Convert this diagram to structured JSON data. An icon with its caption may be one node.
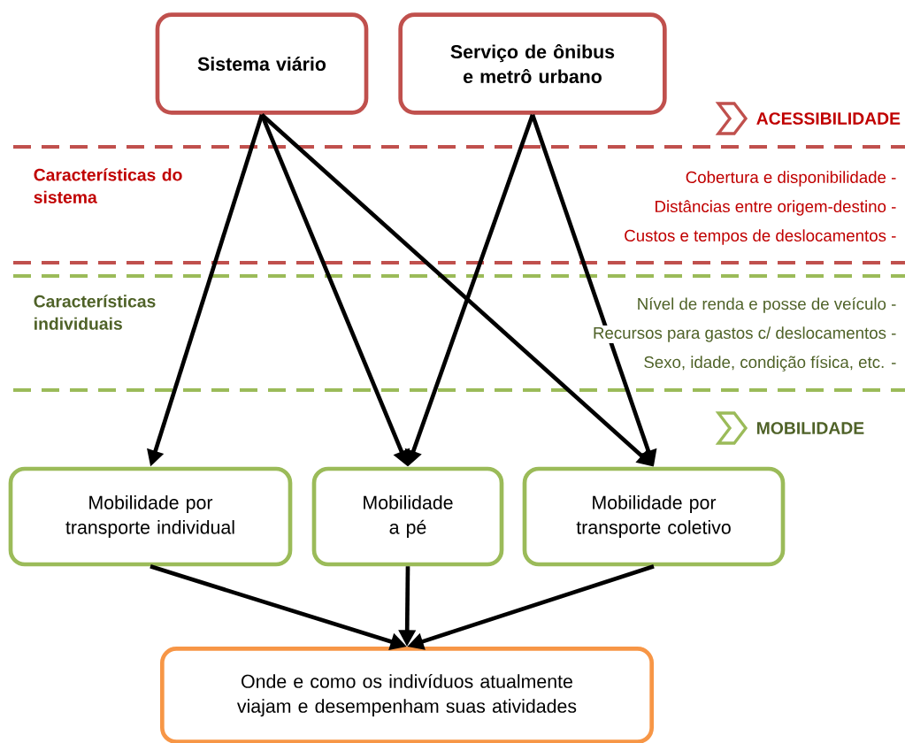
{
  "diagram": {
    "nodes": [
      {
        "text": [
          "Sistema viário"
        ]
      },
      {
        "text": [
          "Serviço de ônibus e metrô urbano"
        ]
      },
      {
        "text": [
          "Mobilidade por transporte individual"
        ]
      },
      {
        "text": [
          "Mobilidade a pé"
        ]
      },
      {
        "text": [
          "Mobilidade por transporte coletivo"
        ]
      },
      {
        "text": [
          "Onde e como os indivíduos atualmente viajam e desempenham suas atividades"
        ]
      }
    ],
    "edges": [
      {
        "from": 0,
        "to": 2,
        "arrow": "to"
      },
      {
        "from": 0,
        "to": 3,
        "arrow": "to"
      },
      {
        "from": 0,
        "to": 4,
        "arrow": "to"
      },
      {
        "from": 1,
        "to": 3,
        "arrow": "to"
      },
      {
        "from": 1,
        "to": 4,
        "arrow": "to"
      },
      {
        "from": 2,
        "to": 5,
        "arrow": "to"
      },
      {
        "from": 3,
        "to": 5,
        "arrow": "to"
      },
      {
        "from": 4,
        "to": 5,
        "arrow": "to"
      }
    ],
    "labels": [
      "ACESSIBILIDADE",
      "Características do sistema",
      "Cobertura e disponibilidade -",
      "Distâncias entre origem-destino -",
      "Custos e tempos de deslocamentos -",
      "Características individuais",
      "Nível de renda e posse de veículo -",
      "Recursos para gastos c/ deslocamentos -",
      "Sexo, idade, condição física, etc. -",
      "MOBILIDADE"
    ]
  }
}
